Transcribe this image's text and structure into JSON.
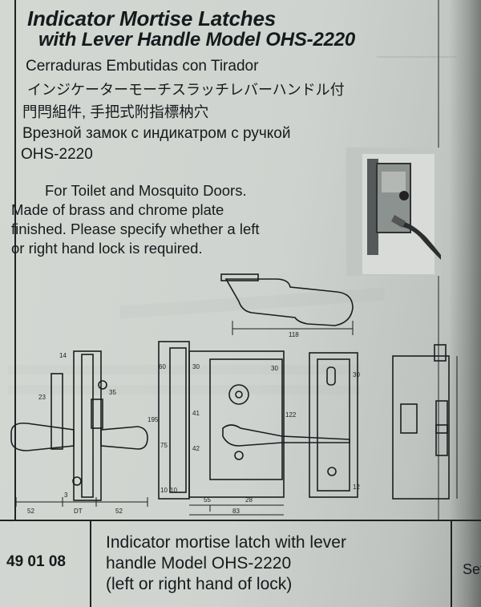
{
  "header": {
    "title_line1": "Indicator Mortise Latches",
    "title_line2": "with Lever Handle Model OHS-2220"
  },
  "translations": {
    "spanish": "Cerraduras Embutidas con Tirador",
    "japanese": "インジケーターモーチスラッチレバーハンドル付",
    "chinese": "門閂組件, 手把式附指標枘穴",
    "russian": "Врезной замок с индикатром с ручкой",
    "model": "OHS-2220"
  },
  "description": {
    "line1": "For Toilet and Mosquito Doors.",
    "line2": "Made of brass and chrome plate",
    "line3": "finished. Please specify whether a left",
    "line4": "or right hand lock is required."
  },
  "drawing_labels": {
    "handle_length": "118",
    "d14": "14",
    "d23": "23",
    "d35": "35",
    "d3": "3",
    "d52a": "52",
    "dDT": "DT",
    "d52b": "52",
    "d60": "60",
    "d30a": "30",
    "d41": "41",
    "d30b": "30",
    "d195": "195",
    "d75": "75",
    "d42": "42",
    "d122": "122",
    "d10a": "10",
    "d10b": "10",
    "d55": "55",
    "d28": "28",
    "d83": "83",
    "d30c": "30",
    "d12": "12"
  },
  "footer": {
    "code": "49 01 08",
    "item_line1": "Indicator mortise latch with lever",
    "item_line2": "handle Model OHS-2220",
    "item_line3": "(left or right hand of lock)",
    "set": "Set"
  },
  "colors": {
    "ink": "#151a1c",
    "paper": "#cfd3cf"
  }
}
